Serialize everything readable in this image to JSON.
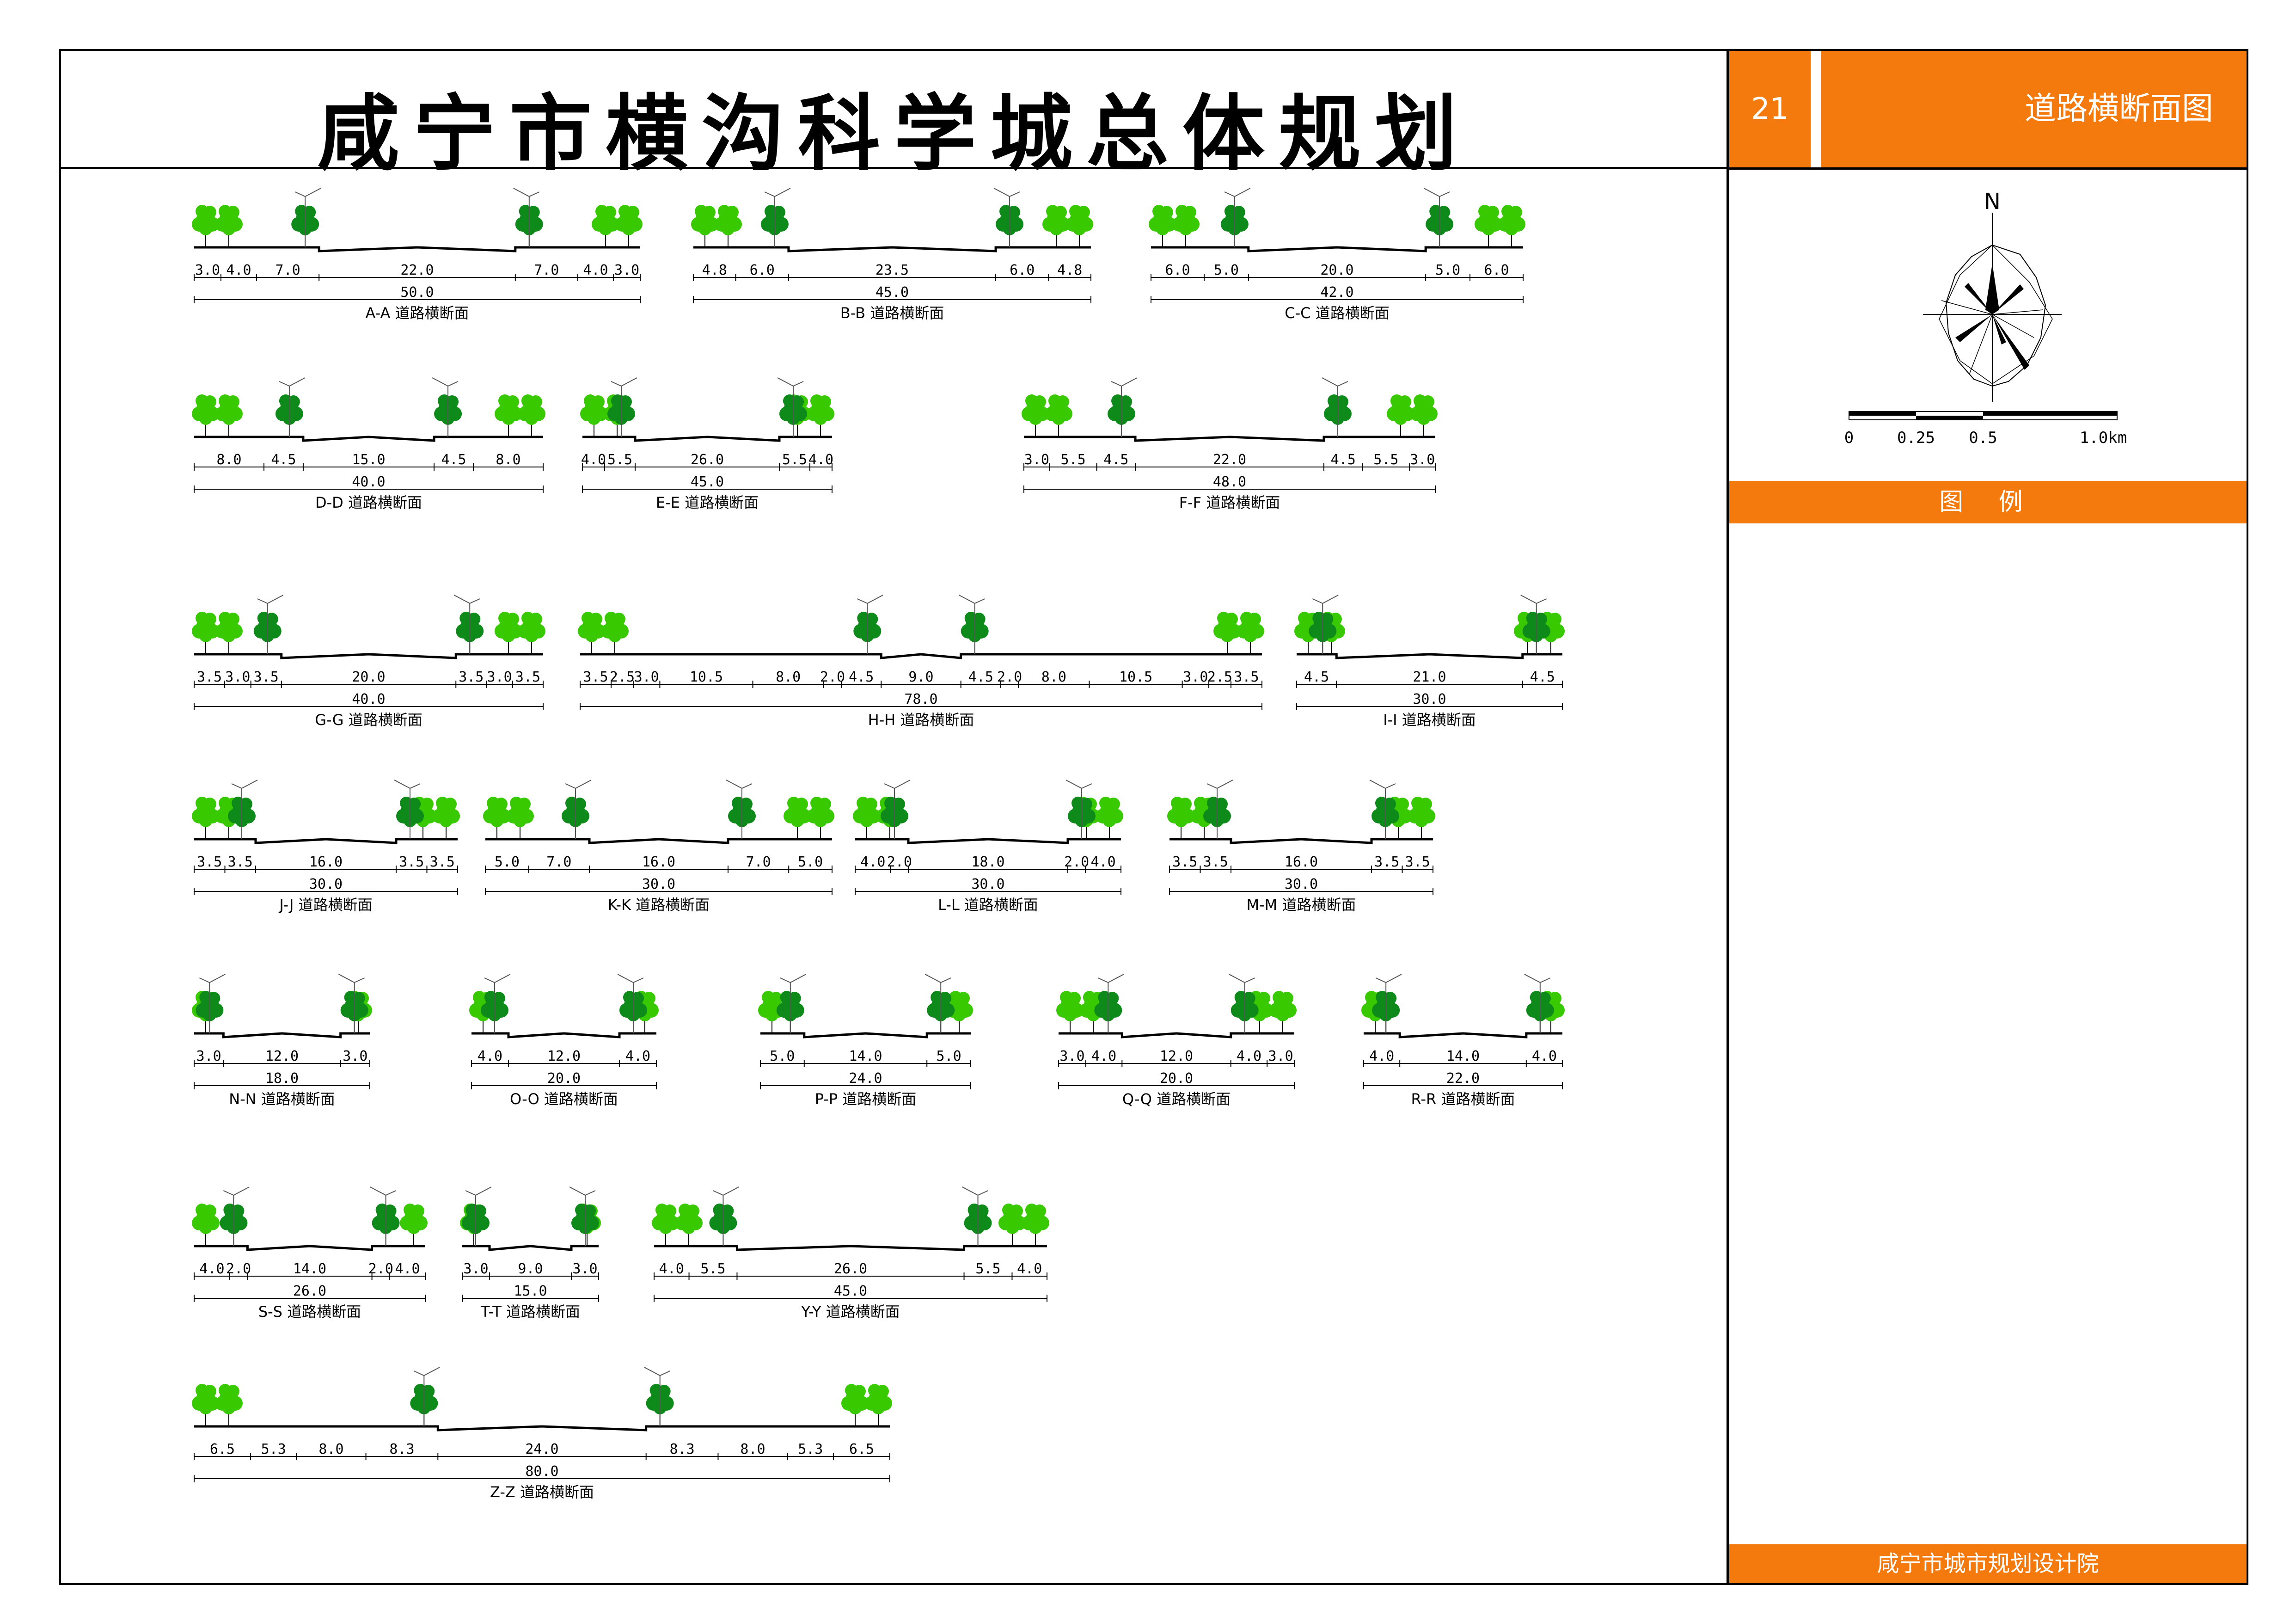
{
  "header": {
    "title": "咸宁市横沟科学城总体规划",
    "sheet_number": "21",
    "sheet_title": "道路横断面图"
  },
  "north_label": "N",
  "scale": {
    "labels": [
      "0",
      "0.25",
      "0.5",
      "1.0km"
    ]
  },
  "legend_title": "图 例",
  "organization": "咸宁市城市规划设计院",
  "colors": {
    "accent": "#f47a0e",
    "tree_light": "#39c900",
    "tree_dark": "#0d8a1a",
    "water": "#9fd6f2"
  },
  "sections": [
    {
      "label": "A-A 道路横断面",
      "widths": [
        3.0,
        4.0,
        7.0,
        22.0,
        7.0,
        4.0,
        3.0
      ],
      "width_labels": [
        "3.0",
        "4.0",
        "7.0",
        "22.0",
        "7.0",
        "4.0",
        "3.0"
      ],
      "total": "50.0"
    },
    {
      "label": "B-B 道路横断面",
      "widths": [
        4.8,
        6.0,
        23.5,
        6.0,
        4.8
      ],
      "width_labels": [
        "4.8",
        "6.0",
        "23.5",
        "6.0",
        "4.8"
      ],
      "total": "45.0"
    },
    {
      "label": "C-C 道路横断面",
      "widths": [
        6.0,
        5.0,
        20.0,
        5.0,
        6.0
      ],
      "width_labels": [
        "6.0",
        "5.0",
        "20.0",
        "5.0",
        "6.0"
      ],
      "total": "42.0"
    },
    {
      "label": "D-D 道路横断面",
      "widths": [
        8.0,
        4.5,
        15.0,
        4.5,
        8.0
      ],
      "width_labels": [
        "8.0",
        "4.5",
        "15.0",
        "4.5",
        "8.0"
      ],
      "total": "40.0"
    },
    {
      "label": "E-E 道路横断面",
      "widths": [
        4.0,
        5.5,
        26.0,
        5.5,
        4.0
      ],
      "width_labels": [
        "4.0",
        "5.5",
        "26.0",
        "5.5",
        "4.0"
      ],
      "total": "45.0"
    },
    {
      "label": "F-F 道路横断面",
      "widths": [
        3.0,
        5.5,
        4.5,
        22.0,
        4.5,
        5.5,
        3.0
      ],
      "width_labels": [
        "3.0",
        "5.5",
        "4.5",
        "22.0",
        "4.5",
        "5.5",
        "3.0"
      ],
      "total": "48.0"
    },
    {
      "label": "G-G 道路横断面",
      "widths": [
        3.5,
        3.0,
        3.5,
        20.0,
        3.5,
        3.0,
        3.5
      ],
      "width_labels": [
        "3.5",
        "3.0",
        "3.5",
        "20.0",
        "3.5",
        "3.0",
        "3.5"
      ],
      "total": "40.0"
    },
    {
      "label": "H-H 道路横断面",
      "widths": [
        3.5,
        2.5,
        3.0,
        10.5,
        8.0,
        2.0,
        4.5,
        9.0,
        4.5,
        2.0,
        8.0,
        10.5,
        3.0,
        2.5,
        3.5
      ],
      "width_labels": [
        "3.5",
        "2.5",
        "3.0",
        "10.5",
        "8.0",
        "2.0",
        "4.5",
        "9.0",
        "4.5",
        "2.0",
        "8.0",
        "10.5",
        "3.0",
        "2.5",
        "3.5"
      ],
      "total": "78.0"
    },
    {
      "label": "I-I 道路横断面",
      "widths": [
        4.5,
        21.0,
        4.5
      ],
      "width_labels": [
        "4.5",
        "21.0",
        "4.5"
      ],
      "total": "30.0"
    },
    {
      "label": "J-J 道路横断面",
      "widths": [
        3.5,
        3.5,
        16.0,
        3.5,
        3.5
      ],
      "width_labels": [
        "3.5",
        "3.5",
        "16.0",
        "3.5",
        "3.5"
      ],
      "total": "30.0"
    },
    {
      "label": "K-K 道路横断面",
      "widths": [
        5.0,
        7.0,
        16.0,
        7.0,
        5.0
      ],
      "width_labels": [
        "5.0",
        "7.0",
        "16.0",
        "7.0",
        "5.0"
      ],
      "total": "30.0"
    },
    {
      "label": "L-L 道路横断面",
      "widths": [
        4.0,
        2.0,
        18.0,
        2.0,
        4.0
      ],
      "width_labels": [
        "4.0",
        "2.0",
        "18.0",
        "2.0",
        "4.0"
      ],
      "total": "30.0"
    },
    {
      "label": "M-M 道路横断面",
      "widths": [
        3.5,
        3.5,
        16.0,
        3.5,
        3.5
      ],
      "width_labels": [
        "3.5",
        "3.5",
        "16.0",
        "3.5",
        "3.5"
      ],
      "total": "30.0"
    },
    {
      "label": "N-N 道路横断面",
      "widths": [
        3.0,
        12.0,
        3.0
      ],
      "width_labels": [
        "3.0",
        "12.0",
        "3.0"
      ],
      "total": "18.0"
    },
    {
      "label": "O-O 道路横断面",
      "widths": [
        4.0,
        12.0,
        4.0
      ],
      "width_labels": [
        "4.0",
        "12.0",
        "4.0"
      ],
      "total": "20.0"
    },
    {
      "label": "P-P 道路横断面",
      "widths": [
        5.0,
        14.0,
        5.0
      ],
      "width_labels": [
        "5.0",
        "14.0",
        "5.0"
      ],
      "total": "24.0"
    },
    {
      "label": "Q-Q 道路横断面",
      "widths": [
        3.0,
        4.0,
        12.0,
        4.0,
        3.0
      ],
      "width_labels": [
        "3.0",
        "4.0",
        "12.0",
        "4.0",
        "3.0"
      ],
      "total": "20.0"
    },
    {
      "label": "R-R 道路横断面",
      "widths": [
        4.0,
        14.0,
        4.0
      ],
      "width_labels": [
        "4.0",
        "14.0",
        "4.0"
      ],
      "total": "22.0"
    },
    {
      "label": "S-S 道路横断面",
      "widths": [
        4.0,
        2.0,
        14.0,
        2.0,
        4.0
      ],
      "width_labels": [
        "4.0",
        "2.0",
        "14.0",
        "2.0",
        "4.0"
      ],
      "total": "26.0"
    },
    {
      "label": "T-T 道路横断面",
      "widths": [
        3.0,
        9.0,
        3.0
      ],
      "width_labels": [
        "3.0",
        "9.0",
        "3.0"
      ],
      "total": "15.0"
    },
    {
      "label": "Y-Y 道路横断面",
      "widths": [
        4.0,
        5.5,
        26.0,
        5.5,
        4.0
      ],
      "width_labels": [
        "4.0",
        "5.5",
        "26.0",
        "5.5",
        "4.0"
      ],
      "total": "45.0"
    },
    {
      "label": "Z-Z 道路横断面",
      "widths": [
        6.5,
        5.3,
        8.0,
        8.3,
        24.0,
        8.3,
        8.0,
        5.3,
        6.5
      ],
      "width_labels": [
        "6.5",
        "5.3",
        "8.0",
        "8.3",
        "24.0",
        "8.3",
        "8.0",
        "5.3",
        "6.5"
      ],
      "total": "80.0"
    }
  ]
}
